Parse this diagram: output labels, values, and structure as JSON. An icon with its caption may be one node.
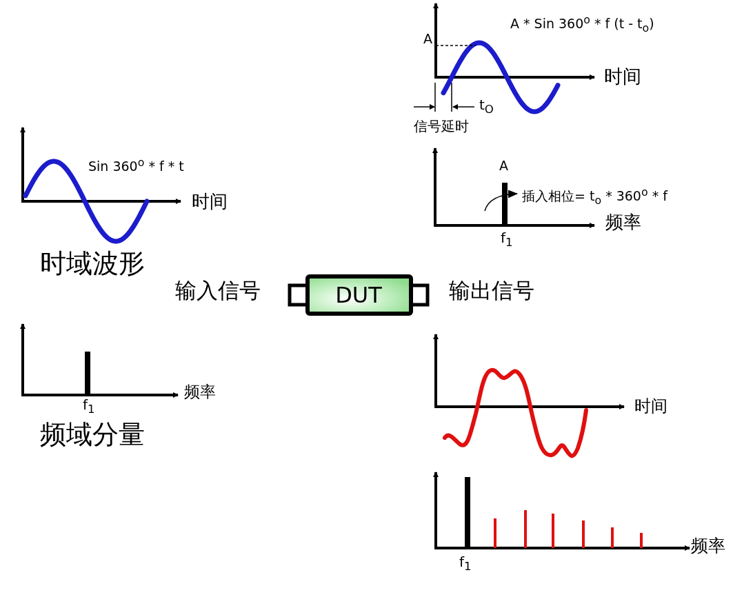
{
  "diagram": {
    "nodes": [
      {
        "text": [
          "DUT"
        ]
      }
    ],
    "labels": [
      "A * Sin 360$^{o}$ * f (t - t$_{o}$)",
      "A",
      "时间",
      "t$_{O}$",
      "信号延时",
      "Sin 360$^{o}$ * f * t",
      "时间",
      "A",
      "插入相位= t$_{o}$ * 360$^{o}$ * f",
      "频率",
      "f$_{1}$",
      "时域波形",
      "输入信号",
      "输出信号",
      "频率",
      "f$_{1}$",
      "频域分量",
      "时间",
      "频率",
      "f$_{1}$"
    ]
  }
}
